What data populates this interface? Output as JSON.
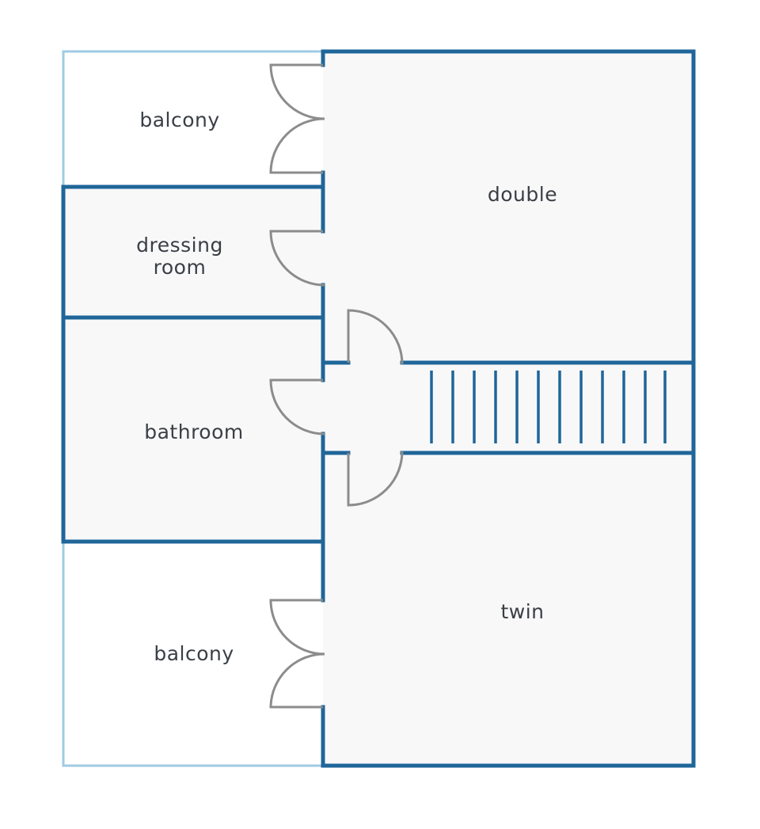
{
  "rooms": {
    "balcony_top": "balcony",
    "dressing_line1": "dressing",
    "dressing_line2": "room",
    "bathroom": "bathroom",
    "balcony_bottom": "balcony",
    "double": "double",
    "twin": "twin"
  },
  "colors": {
    "wall": "#1f6699",
    "outer_wall_light": "#9fcbe3",
    "room_fill": "#f8f8f9",
    "door": "#8c8c8c",
    "text": "#3a3f45"
  }
}
